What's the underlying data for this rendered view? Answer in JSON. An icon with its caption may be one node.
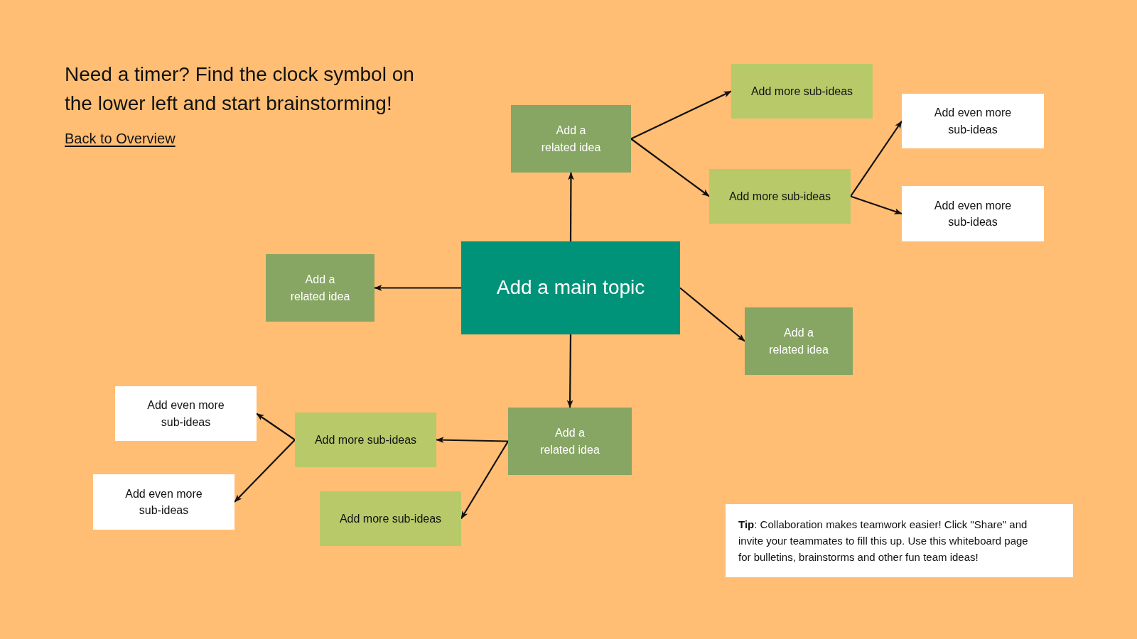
{
  "diagram": {
    "title": "Need a timer? Find the clock symbol on the lower left and start brainstorming!",
    "nodes": [
      {
        "text": [
          "Add more sub-ideas"
        ]
      },
      {
        "text": [
          "Add even more sub-ideas"
        ]
      },
      {
        "text": [
          "Add a related idea"
        ]
      },
      {
        "text": [
          "Add more sub-ideas"
        ]
      },
      {
        "text": [
          "Add even more sub-ideas"
        ]
      },
      {
        "text": [
          "Add a main topic"
        ]
      },
      {
        "text": [
          "Add a related idea"
        ]
      },
      {
        "text": [
          "Add a related idea"
        ]
      },
      {
        "text": [
          "Add even more sub-ideas"
        ]
      },
      {
        "text": [
          "Add a related idea"
        ]
      },
      {
        "text": [
          "Add more sub-ideas"
        ]
      },
      {
        "text": [
          "Add even more sub-ideas"
        ]
      },
      {
        "text": [
          "Add more sub-ideas"
        ]
      },
      {
        "text": [
          "**Tip**: Collaboration makes teamwork easier! Click \"Share\" and invite your teammates to fill this up. Use this whiteboard page for bulletins, brainstorms and other fun team ideas!"
        ]
      }
    ],
    "edges": [
      {
        "from": 5,
        "to": 2,
        "arrow": "to"
      },
      {
        "from": 5,
        "to": 6,
        "arrow": "to"
      },
      {
        "from": 5,
        "to": 7,
        "arrow": "to"
      },
      {
        "from": 5,
        "to": 9,
        "arrow": "to"
      },
      {
        "from": 2,
        "to": 0,
        "arrow": "to"
      },
      {
        "from": 2,
        "to": 3,
        "arrow": "to"
      },
      {
        "from": 3,
        "to": 1,
        "arrow": "to"
      },
      {
        "from": 3,
        "to": 4,
        "arrow": "to"
      },
      {
        "from": 9,
        "to": 10,
        "arrow": "to"
      },
      {
        "from": 9,
        "to": 12,
        "arrow": "to"
      },
      {
        "from": 10,
        "to": 8,
        "arrow": "to"
      },
      {
        "from": 10,
        "to": 11,
        "arrow": "to"
      }
    ],
    "labels": [
      "Back to Overview"
    ]
  }
}
